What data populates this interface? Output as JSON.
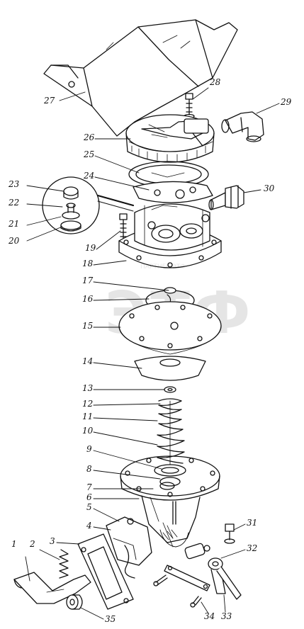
{
  "diagram": {
    "subject": "Exploded view of a fuel pump assembly",
    "callouts": [
      {
        "id": "1",
        "label": "1"
      },
      {
        "id": "2",
        "label": "2"
      },
      {
        "id": "3",
        "label": "3"
      },
      {
        "id": "4",
        "label": "4"
      },
      {
        "id": "5",
        "label": "5"
      },
      {
        "id": "6",
        "label": "6"
      },
      {
        "id": "7",
        "label": "7"
      },
      {
        "id": "8",
        "label": "8"
      },
      {
        "id": "9",
        "label": "9"
      },
      {
        "id": "10",
        "label": "10"
      },
      {
        "id": "11",
        "label": "11"
      },
      {
        "id": "12",
        "label": "12"
      },
      {
        "id": "13",
        "label": "13"
      },
      {
        "id": "14",
        "label": "14"
      },
      {
        "id": "15",
        "label": "15"
      },
      {
        "id": "16",
        "label": "16"
      },
      {
        "id": "17",
        "label": "17"
      },
      {
        "id": "18",
        "label": "18"
      },
      {
        "id": "19",
        "label": "19"
      },
      {
        "id": "20",
        "label": "20"
      },
      {
        "id": "21",
        "label": "21"
      },
      {
        "id": "22",
        "label": "22"
      },
      {
        "id": "23",
        "label": "23"
      },
      {
        "id": "24",
        "label": "24"
      },
      {
        "id": "25",
        "label": "25"
      },
      {
        "id": "26",
        "label": "26"
      },
      {
        "id": "27",
        "label": "27"
      },
      {
        "id": "28",
        "label": "28"
      },
      {
        "id": "29",
        "label": "29"
      },
      {
        "id": "30",
        "label": "30"
      },
      {
        "id": "31",
        "label": "31"
      },
      {
        "id": "32",
        "label": "32"
      },
      {
        "id": "33",
        "label": "33"
      },
      {
        "id": "34",
        "label": "34"
      },
      {
        "id": "35",
        "label": "35"
      }
    ]
  },
  "watermark": {
    "logo": "ЭТФ",
    "caption": "ПАРТНЕР  ЭТФ"
  }
}
